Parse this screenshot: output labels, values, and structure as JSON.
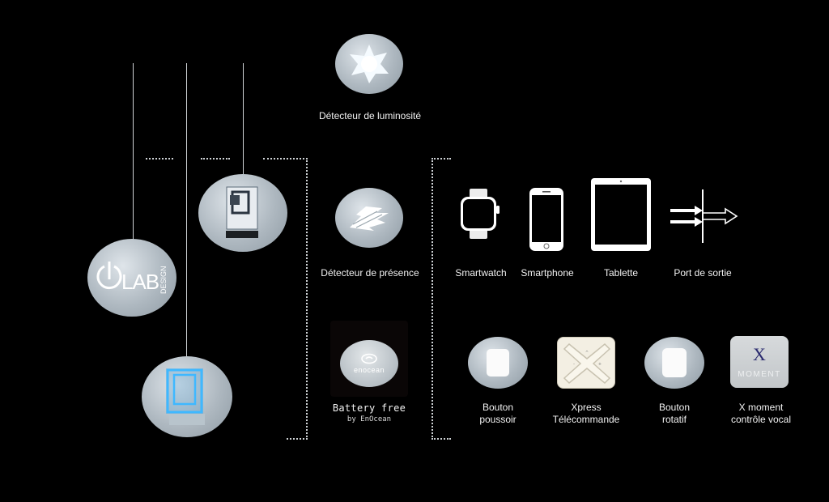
{
  "sensors": {
    "brightness_label": "Détecteur de luminosité",
    "presence_label": "Détecteur de présence"
  },
  "brand": {
    "logo_text": "(ILAB DESIGN"
  },
  "enocean": {
    "logo_word": "enocean",
    "title": "Battery free",
    "subtitle": "by EnOcean"
  },
  "devices": {
    "smartwatch": "Smartwatch",
    "smartphone": "Smartphone",
    "tablet": "Tablette",
    "output_port": "Port de sortie"
  },
  "controls": {
    "push_button": "Bouton\npoussoir",
    "xpress": "Xpress\nTélécommande",
    "rotary": "Bouton\nrotatif",
    "xmoment": "X moment\ncontrôle vocal",
    "xmoment_x": "X",
    "xmoment_word": "MOMENT"
  },
  "icons": {
    "brightness": "sun-star-icon",
    "presence": "motion-sensor-icon",
    "smartwatch": "smartwatch-icon",
    "smartphone": "smartphone-icon",
    "tablet": "tablet-icon",
    "output_port": "arrows-through-line-icon"
  },
  "colors": {
    "background": "#000000",
    "bubble": "#aeb8c0",
    "glow_blue": "#3fb8ff",
    "xmoment_x": "#2a2a6e"
  }
}
